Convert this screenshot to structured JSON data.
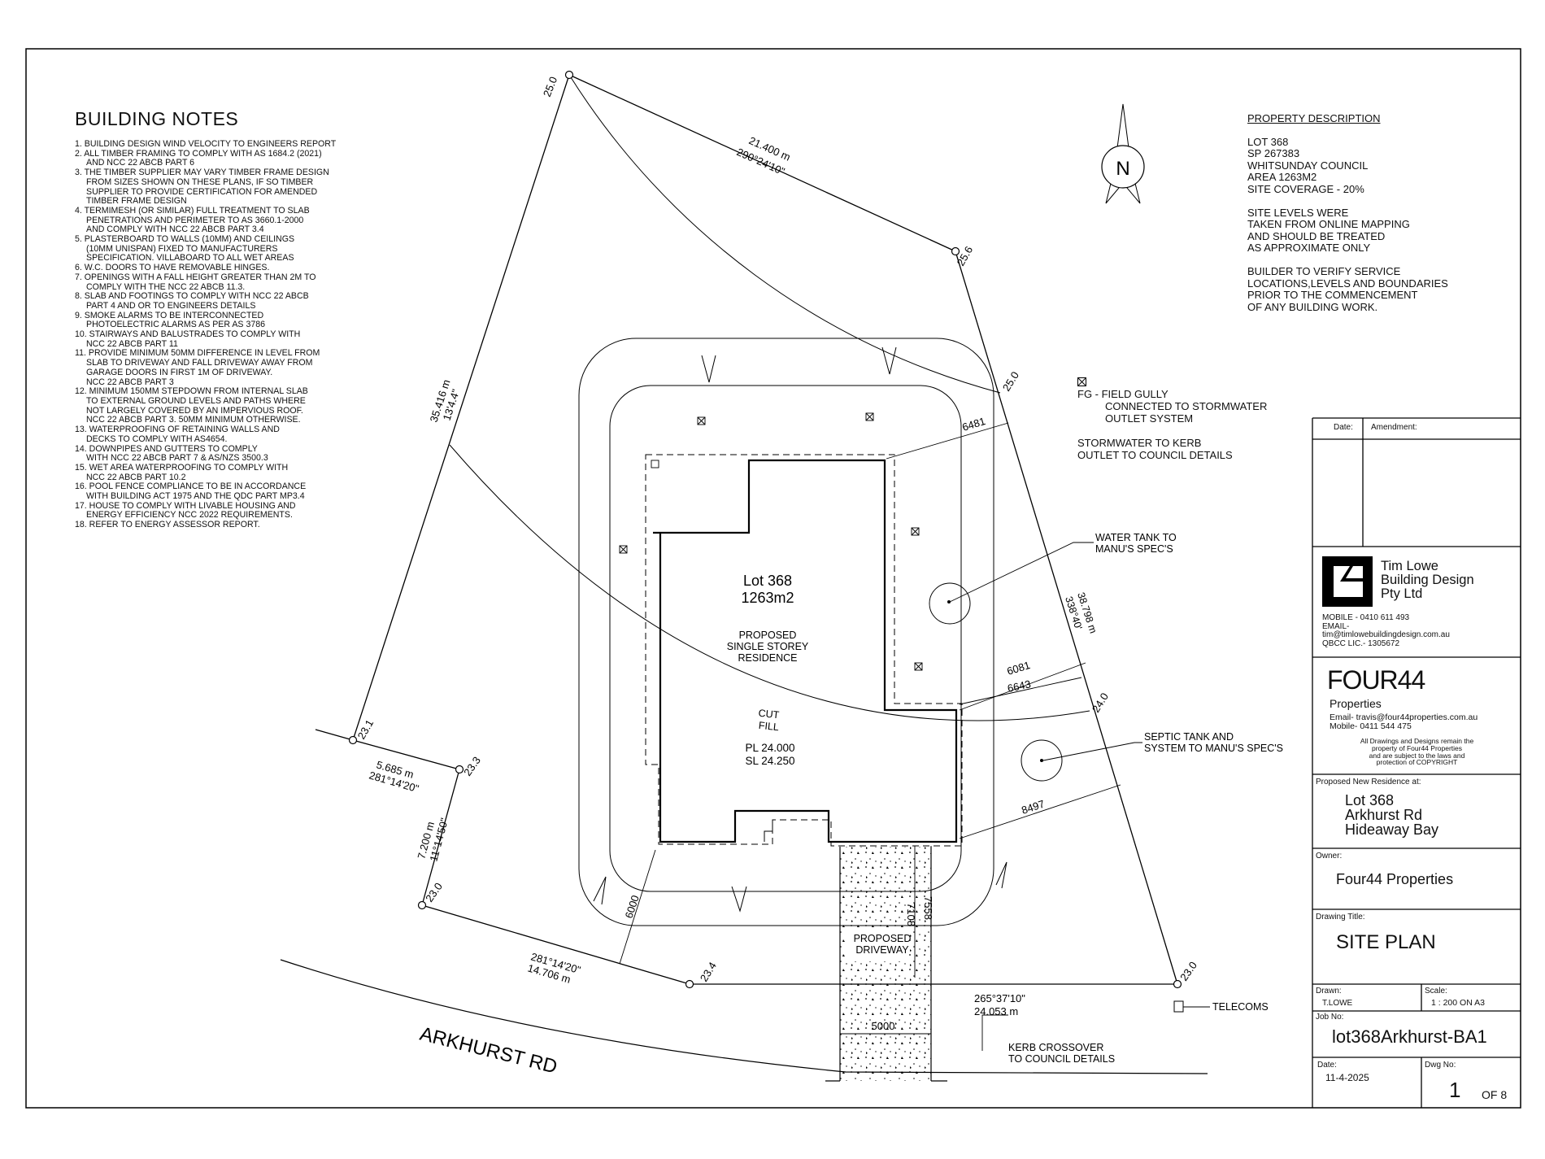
{
  "building_notes": {
    "title": "BUILDING NOTES",
    "items": [
      "1. BUILDING DESIGN WIND VELOCITY TO ENGINEERS REPORT",
      "2. ALL TIMBER FRAMING TO COMPLY WITH AS 1684.2 (2021)",
      "AND NCC 22 ABCB PART 6",
      "3. THE TIMBER SUPPLIER MAY VARY TIMBER FRAME DESIGN",
      "FROM SIZES SHOWN ON THESE PLANS, IF SO TIMBER",
      "SUPPLIER TO PROVIDE CERTIFICATION FOR AMENDED",
      "TIMBER FRAME DESIGN",
      "4. TERMIMESH (OR SIMILAR) FULL TREATMENT TO SLAB",
      "PENETRATIONS AND PERIMETER TO AS 3660.1-2000",
      "AND COMPLY WITH NCC 22 ABCB PART 3.4",
      "5. PLASTERBOARD TO WALLS (10mm) AND CEILINGS",
      "(10mm UNISPAN) FIXED TO MANUFACTURERS",
      "SPECIFICATION. VILLABOARD TO ALL WET AREAS",
      "6. W.C. DOORS TO HAVE REMOVABLE HINGES.",
      "7. OPENINGS WITH A FALL HEIGHT GREATER THAN 2m TO",
      "COMPLY WITH THE NCC 22 ABCB 11.3.",
      "8. SLAB AND FOOTINGS TO COMPLY WITH NCC 22 ABCB",
      "PART 4 AND OR TO ENGINEERS DETAILS",
      "9. SMOKE ALARMS TO BE INTERCONNECTED",
      "PHOTOELECTRIC ALARMS AS PER AS 3786",
      "10. STAIRWAYS AND BALUSTRADES TO COMPLY WITH",
      "NCC 22 ABCB PART 11",
      "11. PROVIDE MINIMUM 50mm DIFFERENCE IN LEVEL FROM",
      "SLAB TO DRIVEWAY AND FALL DRIVEWAY AWAY FROM",
      "GARAGE DOORS IN FIRST 1m OF DRIVEWAY.",
      "NCC 22 ABCB PART 3",
      "12. MINIMUM 150mm STEPDOWN FROM INTERNAL SLAB",
      "TO EXTERNAL GROUND LEVELS AND PATHS WHERE",
      "NOT LARGELY COVERED BY AN IMPERVIOUS ROOF.",
      "NCC 22 ABCB PART 3. 50mm MINIMUM OTHERWISE.",
      "13. WATERPROOFING OF RETAINING WALLS AND",
      "DECKS TO COMPLY WITH AS4654.",
      "14. DOWNPIPES AND GUTTERS TO COMPLY",
      "WITH NCC 22 ABCB PART 7 & AS/NZS 3500.3",
      "15. WET AREA WATERPROOFING TO COMPLY WITH",
      "NCC 22 ABCB PART 10.2",
      "16. POOL FENCE COMPLIANCE TO BE IN ACCORDANCE",
      "WITH BUILDING ACT 1975 AND THE QDC PART MP3.4",
      "17. HOUSE TO COMPLY WITH LIVABLE HOUSING AND",
      "ENERGY EFFICIENCY NCC 2022 REQUIREMENTS.",
      "18. REFER TO ENERGY ASSESSOR REPORT."
    ]
  },
  "property_description": {
    "heading": "PROPERTY DESCRIPTION",
    "lot": "LOT 368",
    "sp": "SP 267383",
    "council": "WHITSUNDAY COUNCIL",
    "area": "AREA 1263m2",
    "coverage": "SITE COVERAGE - 20%",
    "levels_note": [
      "SITE LEVELS WERE",
      "TAKEN FROM ONLINE MAPPING",
      "AND SHOULD BE TREATED",
      "AS APPROXIMATE ONLY"
    ],
    "builder_note": [
      "BUILDER TO VERIFY SERVICE",
      "LOCATIONS,LEVELS AND BOUNDARIES",
      "PRIOR TO THE COMMENCEMENT",
      "OF ANY BUILDING WORK."
    ]
  },
  "legend": {
    "fg_line1": "FG - FIELD GULLY",
    "fg_line2": "CONNECTED TO STORMWATER",
    "fg_line3": "OUTLET SYSTEM",
    "sw_line1": "STORMWATER TO KERB",
    "sw_line2": "OUTLET TO COUNCIL DETAILS"
  },
  "plan": {
    "north": "N",
    "lot_name": "Lot 368",
    "lot_area": "1263m2",
    "residence": [
      "PROPOSED",
      "SINGLE STOREY",
      "RESIDENCE"
    ],
    "cut": "CUT",
    "fill": "FILL",
    "pl": "PL 24.000",
    "sl": "SL 24.250",
    "driveway": [
      "PROPOSED",
      "DRIVEWAY"
    ],
    "road": "ARKHURST RD",
    "water_tank": [
      "WATER TANK TO",
      "MANU'S SPEC'S"
    ],
    "septic": [
      "SEPTIC TANK AND",
      "SYSTEM TO MANU'S SPEC'S"
    ],
    "telecoms": "TELECOMS",
    "kerb": [
      "KERB CROSSOVER",
      "TO COUNCIL DETAILS"
    ],
    "levels": [
      "25.0",
      "25.6",
      "25.0",
      "24.0",
      "23.0",
      "23.4",
      "23.0",
      "23.3",
      "23.1"
    ],
    "boundaries": {
      "b1_len": "21.400 m",
      "b1_bear": "290°24'10\"",
      "b2_len": "38.798 m",
      "b2_bear": "338°40'",
      "b3_len": "24.053 m",
      "b3_bear": "265°37'10\"",
      "b4_len": "14.706 m",
      "b4_bear": "281°14'20\"",
      "b5_len": "7.200 m",
      "b5_bear": "11°14'50\"",
      "b6_len": "5.685 m",
      "b6_bear": "281°14'20\"",
      "b7_len": "35.416 m",
      "b7_bear": "13'4.4\""
    },
    "dims": [
      "6481",
      "6081",
      "6643",
      "8497",
      "6000",
      "7108",
      "7558",
      "5000"
    ]
  },
  "title_block": {
    "date_label": "Date:",
    "amendment_label": "Amendment:",
    "company_line1": "Tim Lowe",
    "company_line2": "Building Design",
    "company_line3": "Pty Ltd",
    "mobile": "MOBILE - 0410 611 493",
    "email_label": "EMAIL-",
    "email": "tim@timlowebuildingdesign.com.au",
    "qbcc": "QBCC LIC.- 1305672",
    "four44_logo": "FOUR44",
    "four44_sub": "Properties",
    "four44_email": "Email- travis@four44properties.com.au",
    "four44_mobile": "Mobile- 0411 544 475",
    "copyright": [
      "All Drawings and Designs remain the",
      "property of Four44 Properties",
      "and are subject to the laws and",
      "protection of COPYRIGHT"
    ],
    "residence_label": "Proposed New Residence at:",
    "address": [
      "Lot 368",
      "Arkhurst Rd",
      "Hideaway Bay"
    ],
    "owner_label": "Owner:",
    "owner": "Four44 Properties",
    "drawing_title_label": "Drawing Title:",
    "drawing_title": "SITE PLAN",
    "drawn_label": "Drawn:",
    "drawn": "T.LOWE",
    "scale_label": "Scale:",
    "scale": "1 : 200 ON A3",
    "job_label": "Job No:",
    "job": "lot368Arkhurst-BA1",
    "date2_label": "Date:",
    "date": "11-4-2025",
    "dwg_label": "Dwg No:",
    "dwg": "1",
    "dwg_of": "OF 8"
  }
}
